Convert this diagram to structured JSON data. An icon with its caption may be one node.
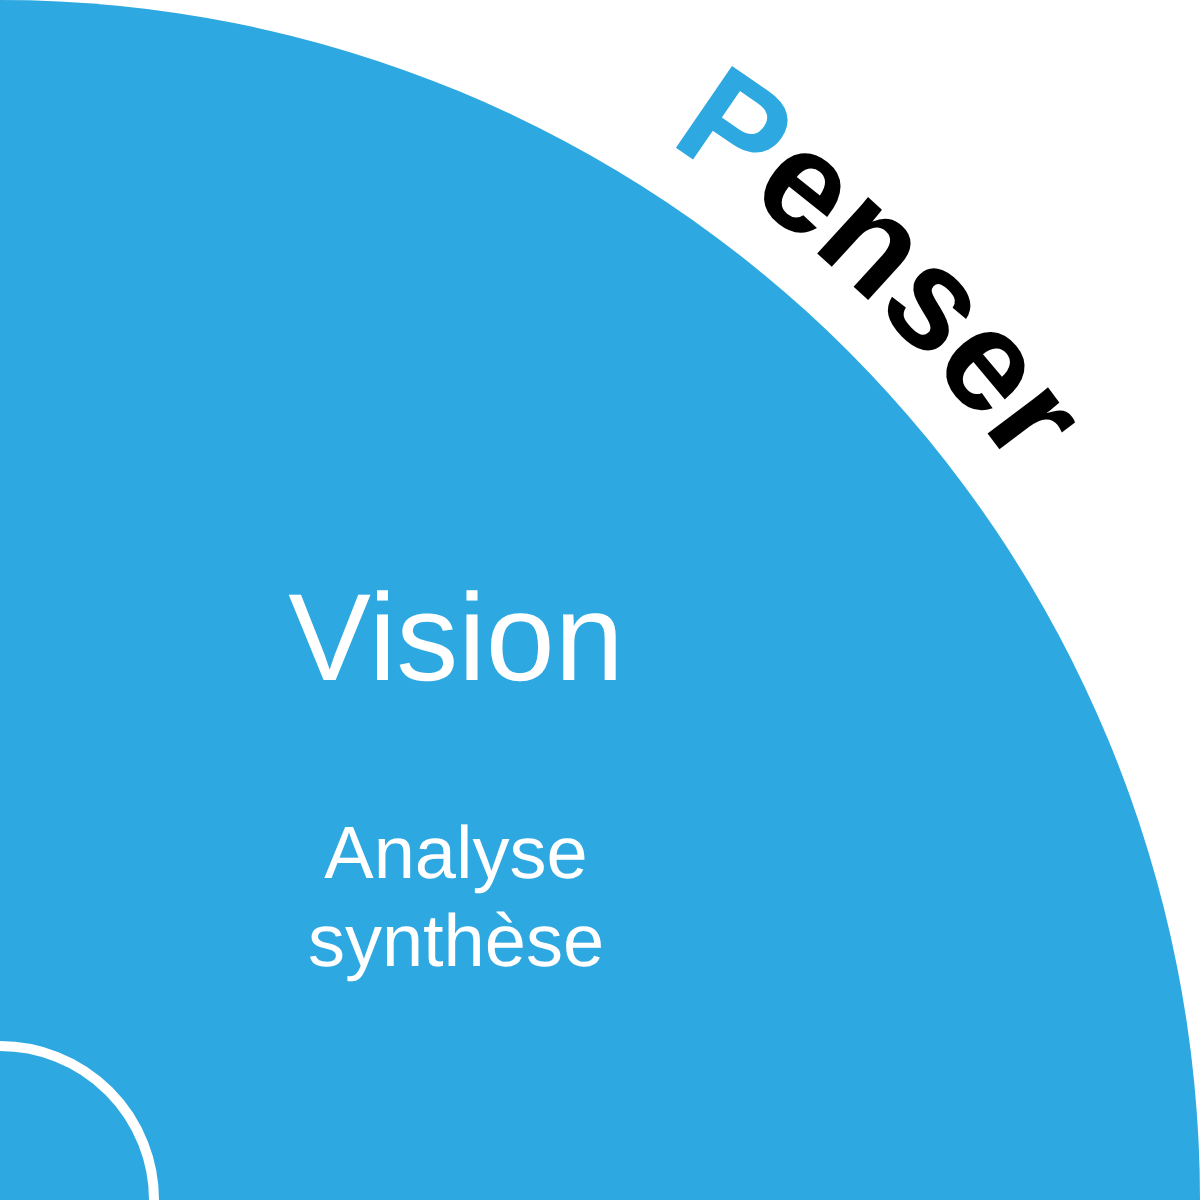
{
  "diagram": {
    "nodes": [
      {
        "text": [
          "Vision",
          "Analyse synthèse"
        ]
      }
    ],
    "labels": [
      "Penser"
    ]
  }
}
